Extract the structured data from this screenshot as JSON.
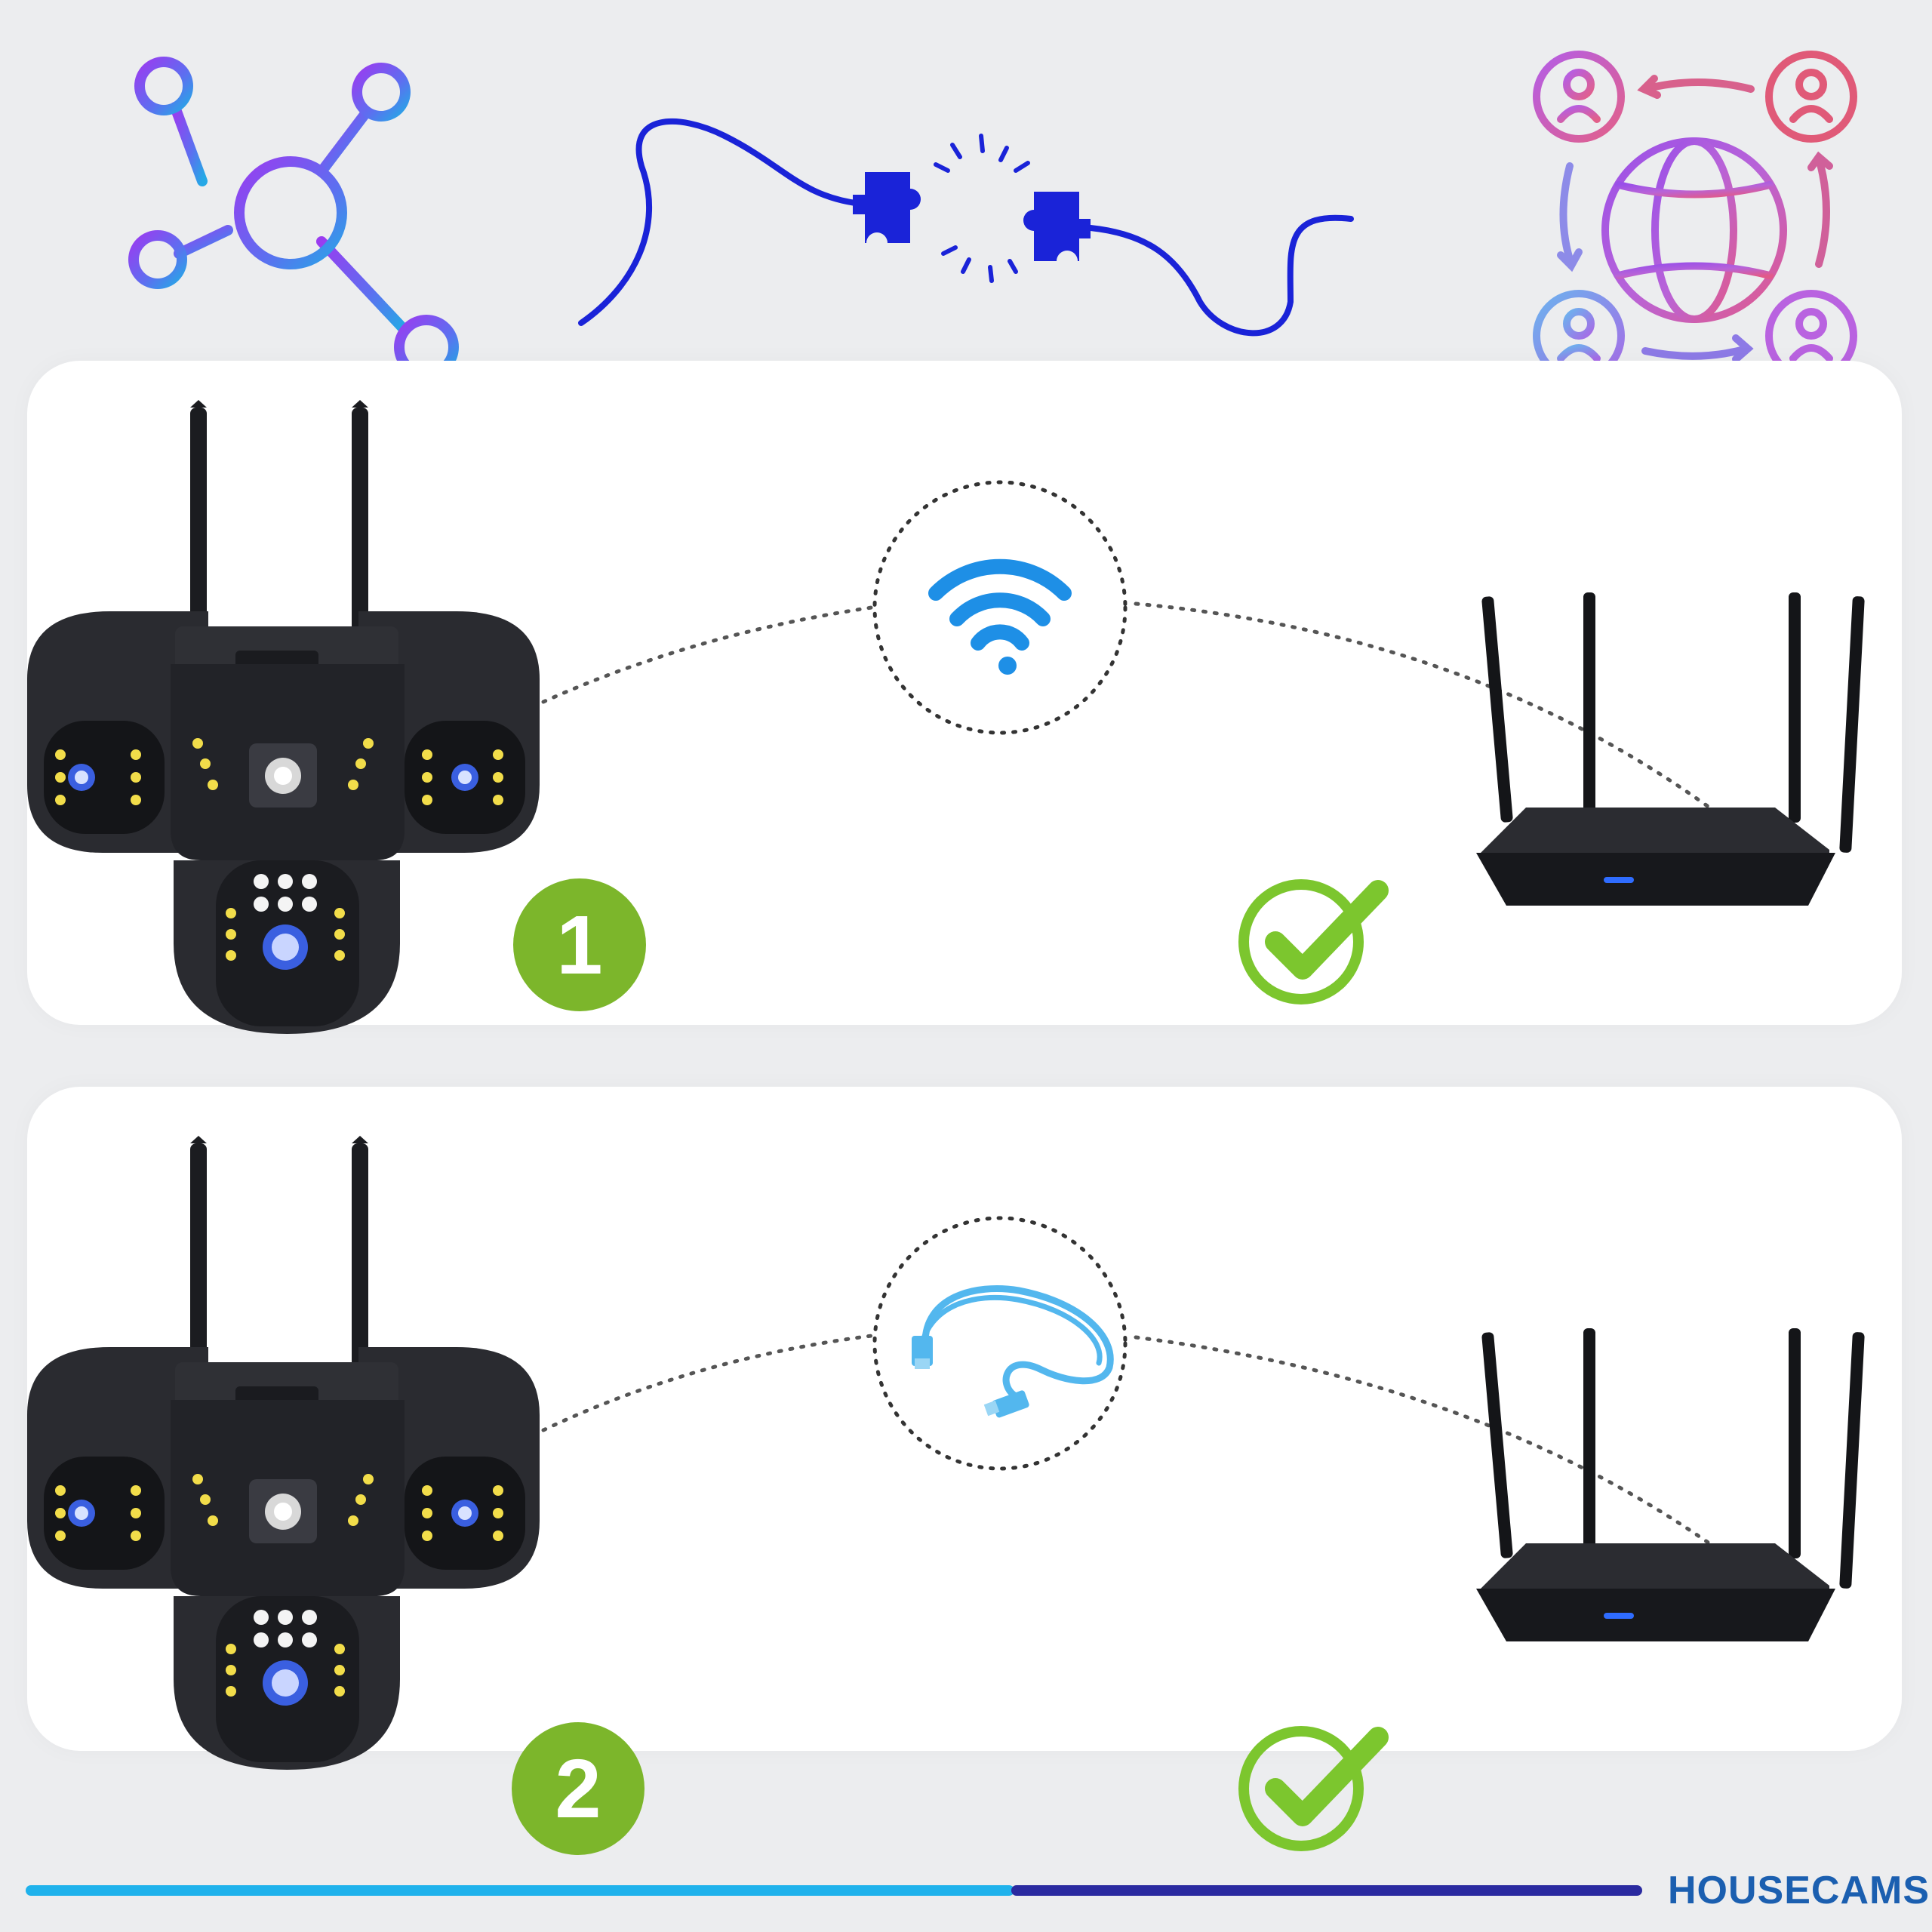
{
  "steps": [
    {
      "number": "1",
      "connection": "wifi"
    },
    {
      "number": "2",
      "connection": "ethernet-cable"
    }
  ],
  "brand": "HOUSECAMS",
  "icons": {
    "top_left": "network-hub-icon",
    "top_center": "puzzle-connection-icon",
    "top_right": "global-users-network-icon",
    "connected": "check-circle-icon"
  },
  "colors": {
    "badge": "#7cb62b",
    "check": "#7cc62e",
    "wifi": "#1e8fe6",
    "cable": "#53b7ee",
    "brand": "#1b5fb0",
    "puzzle": "#1a23d8"
  }
}
